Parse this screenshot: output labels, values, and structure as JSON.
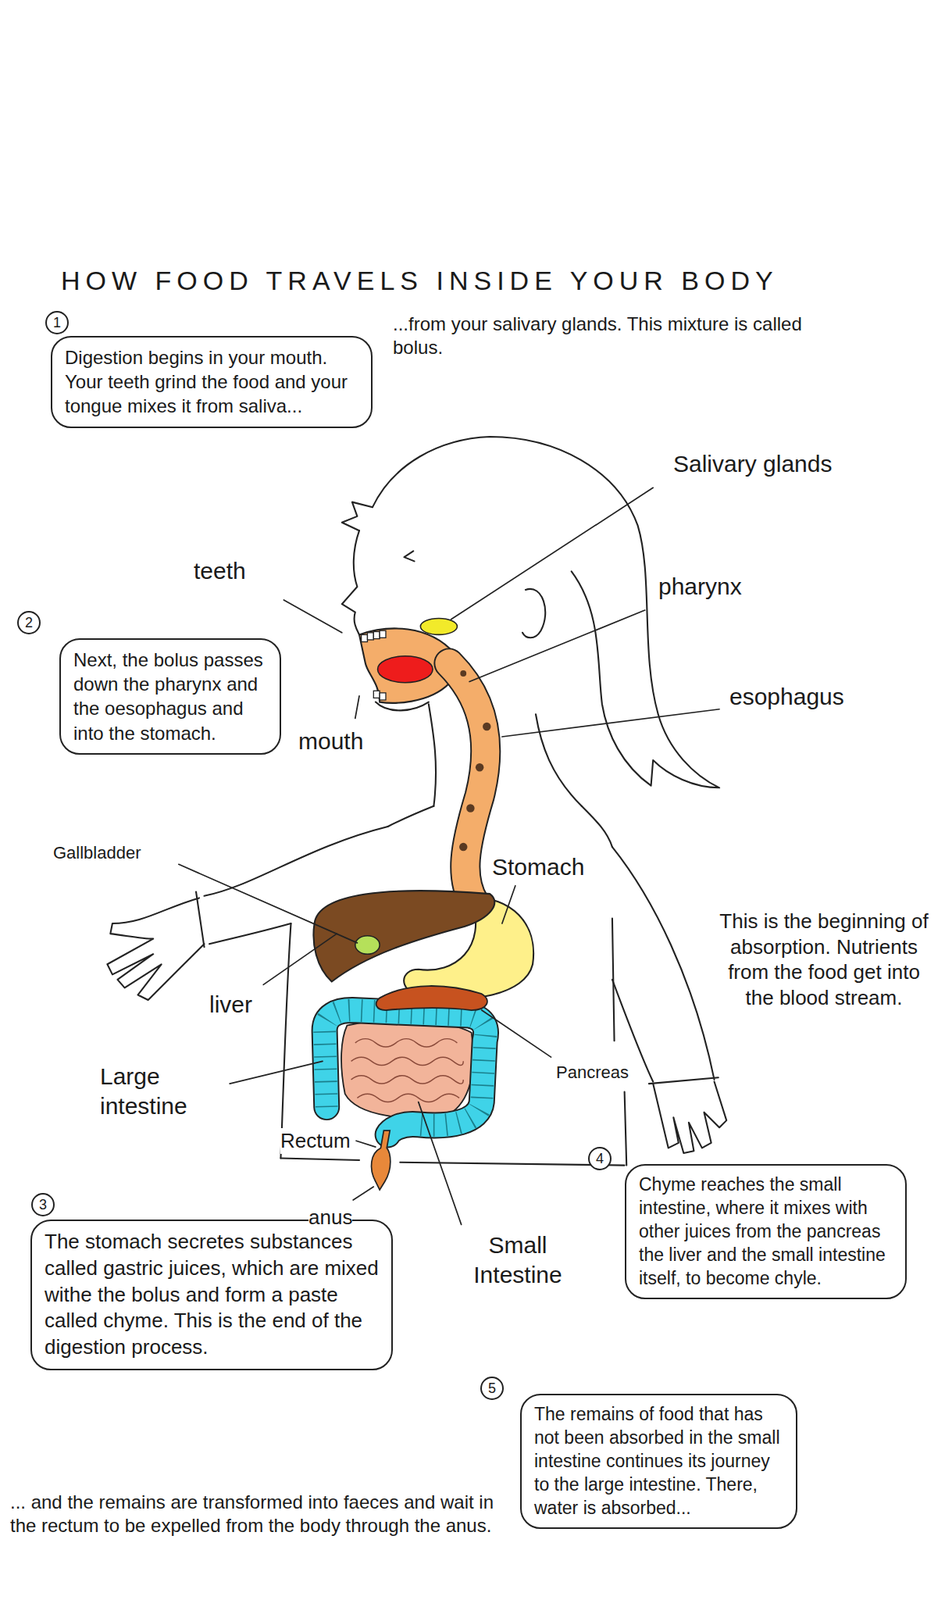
{
  "diagram": {
    "title": "HOW FOOD TRAVELS INSIDE YOUR BODY",
    "nodes": [
      {
        "text": [
          "1"
        ]
      },
      {
        "text": [
          "Digestion begins in your mouth. Your teeth grind the food and your tongue mixes it from saliva..."
        ]
      },
      {
        "text": [
          "2"
        ]
      },
      {
        "text": [
          "Next, the bolus passes down the pharynx and the oesophagus and into the stomach."
        ]
      },
      {
        "text": [
          "4"
        ]
      },
      {
        "text": [
          "Chyme reaches the small intestine, where it mixes with other juices from the pancreas the liver and the small intestine itself, to become chyle."
        ]
      },
      {
        "text": [
          "3"
        ]
      },
      {
        "text": [
          "The stomach secretes substances called gastric juices, which are mixed withe the bolus and form a paste called chyme. This is the end of the digestion process."
        ]
      },
      {
        "text": [
          "5"
        ]
      },
      {
        "text": [
          "The remains of food that has not been absorbed in the small intestine continues its journey to the large intestine. There, water is absorbed..."
        ]
      }
    ],
    "labels": [
      "...from your salivary glands. This mixture is called bolus.",
      "Salivary glands",
      "teeth",
      "pharynx",
      "esophagus",
      "mouth",
      "Gallbladder",
      "Stomach",
      "liver",
      "Large intestine",
      "Pancreas",
      "Rectum",
      "anus",
      "Small Intestine",
      "This is the beginning of absorption. Nutrients from the food get into the blood stream.",
      "... and the remains are transformed into faeces and wait in the rectum to be expelled from the body through the anus."
    ]
  }
}
